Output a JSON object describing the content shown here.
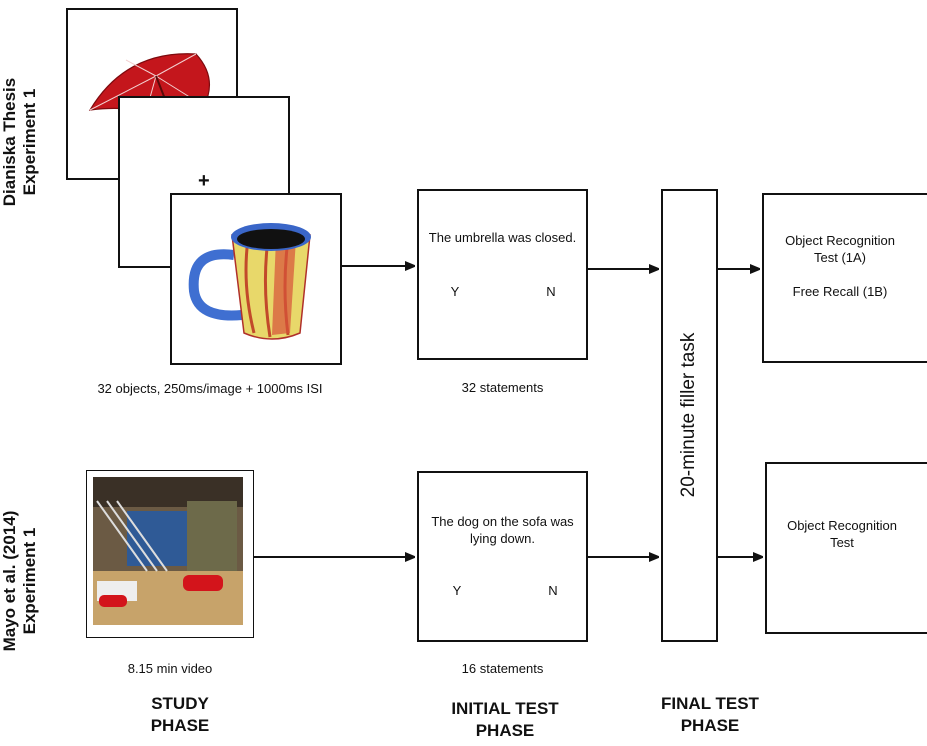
{
  "experiments": {
    "top_label": [
      "Dianiska Thesis",
      "Experiment 1"
    ],
    "bottom_label": [
      "Mayo et al. (2014)",
      "Experiment 1"
    ]
  },
  "study": {
    "fixation": "+",
    "top_caption": "32 objects, 250ms/image + 1000ms ISI",
    "bottom_caption": "8.15 min video"
  },
  "initial_test": {
    "top_statement": "The umbrella was closed.",
    "top_yes": "Y",
    "top_no": "N",
    "top_caption": "32 statements",
    "bottom_statement": "The dog on the sofa was lying down.",
    "bottom_yes": "Y",
    "bottom_no": "N",
    "bottom_caption": "16 statements"
  },
  "final_test": {
    "filler": "20-minute filler task",
    "top_line1": "Object Recognition Test (1A)",
    "top_line2": "Free Recall (1B)",
    "bottom": "Object Recognition Test"
  },
  "phases": {
    "study": [
      "STUDY",
      "PHASE"
    ],
    "initial": [
      "INITIAL TEST",
      "PHASE"
    ],
    "final": [
      "FINAL TEST",
      "PHASE"
    ]
  },
  "colors": {
    "umbrella": "#c4161c",
    "mug_handle": "#3f6fd1",
    "mug_body": "#e8d86a",
    "sofa": "#d3141b"
  }
}
